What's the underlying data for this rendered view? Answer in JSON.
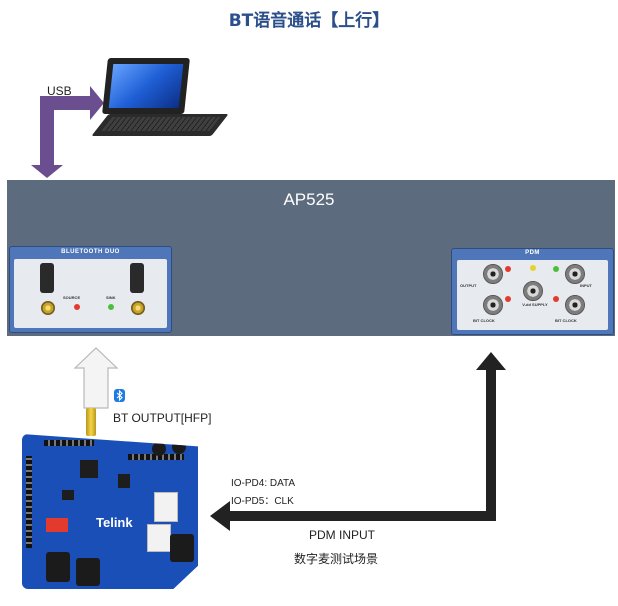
{
  "title": "BT语音通话【上行】",
  "analyzer": {
    "name": "AP525",
    "bt_module": {
      "panel_title": "BLUETOOTH DUO",
      "source_label": "SOURCE",
      "sink_label": "SINK"
    },
    "pdm_module": {
      "panel_title": "PDM",
      "output_label": "OUTPUT",
      "input_label": "INPUT",
      "bit_clock_left": "BIT CLOCK",
      "bit_clock_right": "BIT CLOCK",
      "supply_label": "V-dd SUPPLY"
    }
  },
  "labels": {
    "usb": "USB",
    "bt_output": "BT OUTPUT[HFP]",
    "io_pd4": "IO-PD4: DATA",
    "io_pd5": "IO-PD5：CLK",
    "pdm_input": "PDM INPUT",
    "scene": "数字麦测试场景"
  },
  "board": {
    "brand": "Telink"
  },
  "colors": {
    "title": "#2b4f8a",
    "analyzer_body": "#5c6b7e",
    "module_panel": "#4f76b8",
    "usb_arrow": "#6b4e8f",
    "bt_arrow": "#f2f2f2",
    "pdm_arrow": "#222222",
    "board": "#1a4fb8"
  }
}
